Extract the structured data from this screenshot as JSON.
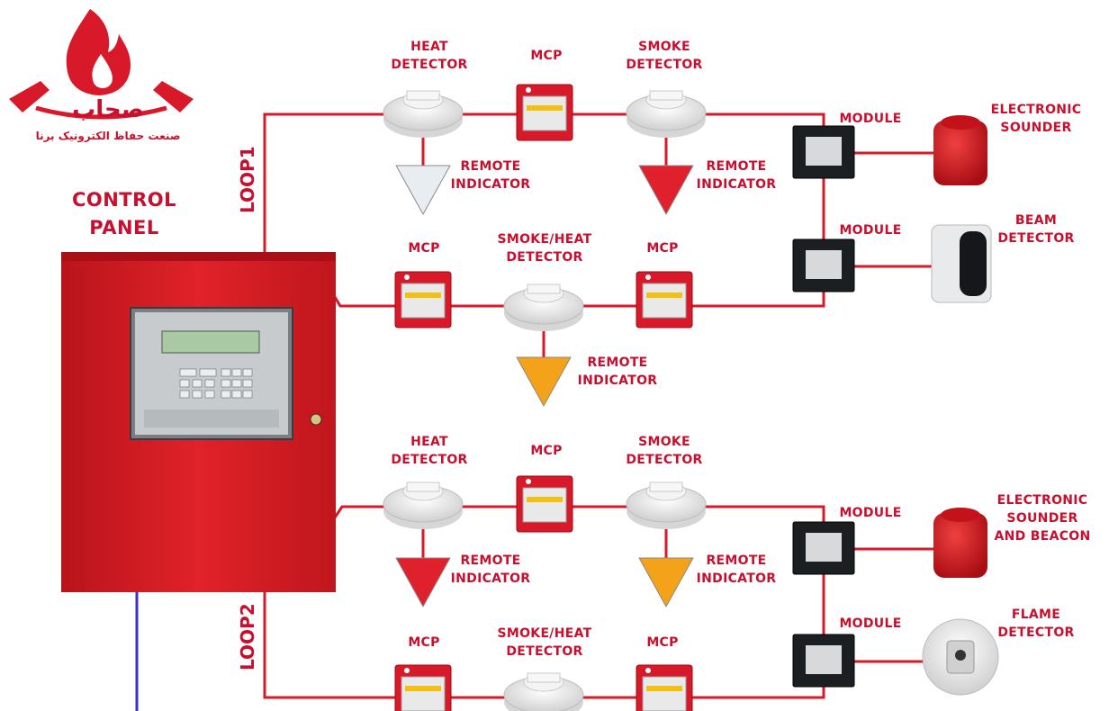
{
  "logo": {
    "name": "صحاب",
    "tagline": "صنعت حفاظ الکترونیک برنا"
  },
  "control_panel": {
    "title_line1": "CONTROL",
    "title_line2": "PANEL"
  },
  "loops": {
    "loop1": "LOOP1",
    "loop2": "LOOP2"
  },
  "loop1_row1": {
    "heat_detector": [
      "HEAT",
      "DETECTOR"
    ],
    "mcp": "MCP",
    "smoke_detector": [
      "SMOKE",
      "DETECTOR"
    ],
    "remote_indicator_a": [
      "REMOTE",
      "INDICATOR"
    ],
    "remote_indicator_b": [
      "REMOTE",
      "INDICATOR"
    ],
    "module": "MODULE",
    "electronic_sounder": [
      "ELECTRONIC",
      "SOUNDER"
    ]
  },
  "loop1_row2": {
    "mcp_a": "MCP",
    "smoke_heat_detector": [
      "SMOKE/HEAT",
      "DETECTOR"
    ],
    "mcp_b": "MCP",
    "remote_indicator": [
      "REMOTE",
      "INDICATOR"
    ],
    "module": "MODULE",
    "beam_detector": [
      "BEAM",
      "DETECTOR"
    ]
  },
  "loop2_row1": {
    "heat_detector": [
      "HEAT",
      "DETECTOR"
    ],
    "mcp": "MCP",
    "smoke_detector": [
      "SMOKE",
      "DETECTOR"
    ],
    "remote_indicator_a": [
      "REMOTE",
      "INDICATOR"
    ],
    "remote_indicator_b": [
      "REMOTE",
      "INDICATOR"
    ],
    "module": "MODULE",
    "sounder_beacon": [
      "ELECTRONIC",
      "SOUNDER",
      "AND BEACON"
    ]
  },
  "loop2_row2": {
    "mcp_a": "MCP",
    "smoke_heat_detector": [
      "SMOKE/HEAT",
      "DETECTOR"
    ],
    "mcp_b": "MCP",
    "module": "MODULE",
    "flame_detector": [
      "FLAME",
      "DETECTOR"
    ]
  },
  "colors": {
    "label_red": "#c8102e",
    "wire_red": "#d7192a",
    "panel_red": "#d81f26",
    "power_blue": "#3b2fd6"
  }
}
